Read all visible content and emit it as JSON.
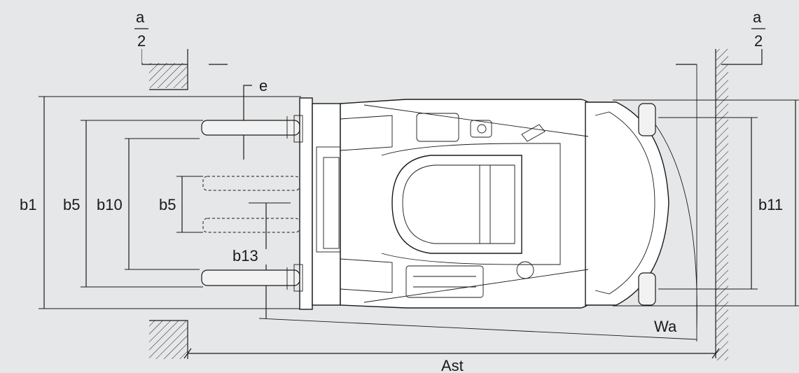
{
  "labels": {
    "a_top": "a",
    "a_bottom": "2",
    "e": "e",
    "b1": "b1",
    "b5_outer": "b5",
    "b10": "b10",
    "b5_inner": "b5",
    "b13": "b13",
    "b11": "b11",
    "wa": "Wa",
    "ast": "Ast"
  },
  "colors": {
    "background": "#e6e7e8",
    "line": "#1a1a1a",
    "truck_body": "#ffffff"
  }
}
